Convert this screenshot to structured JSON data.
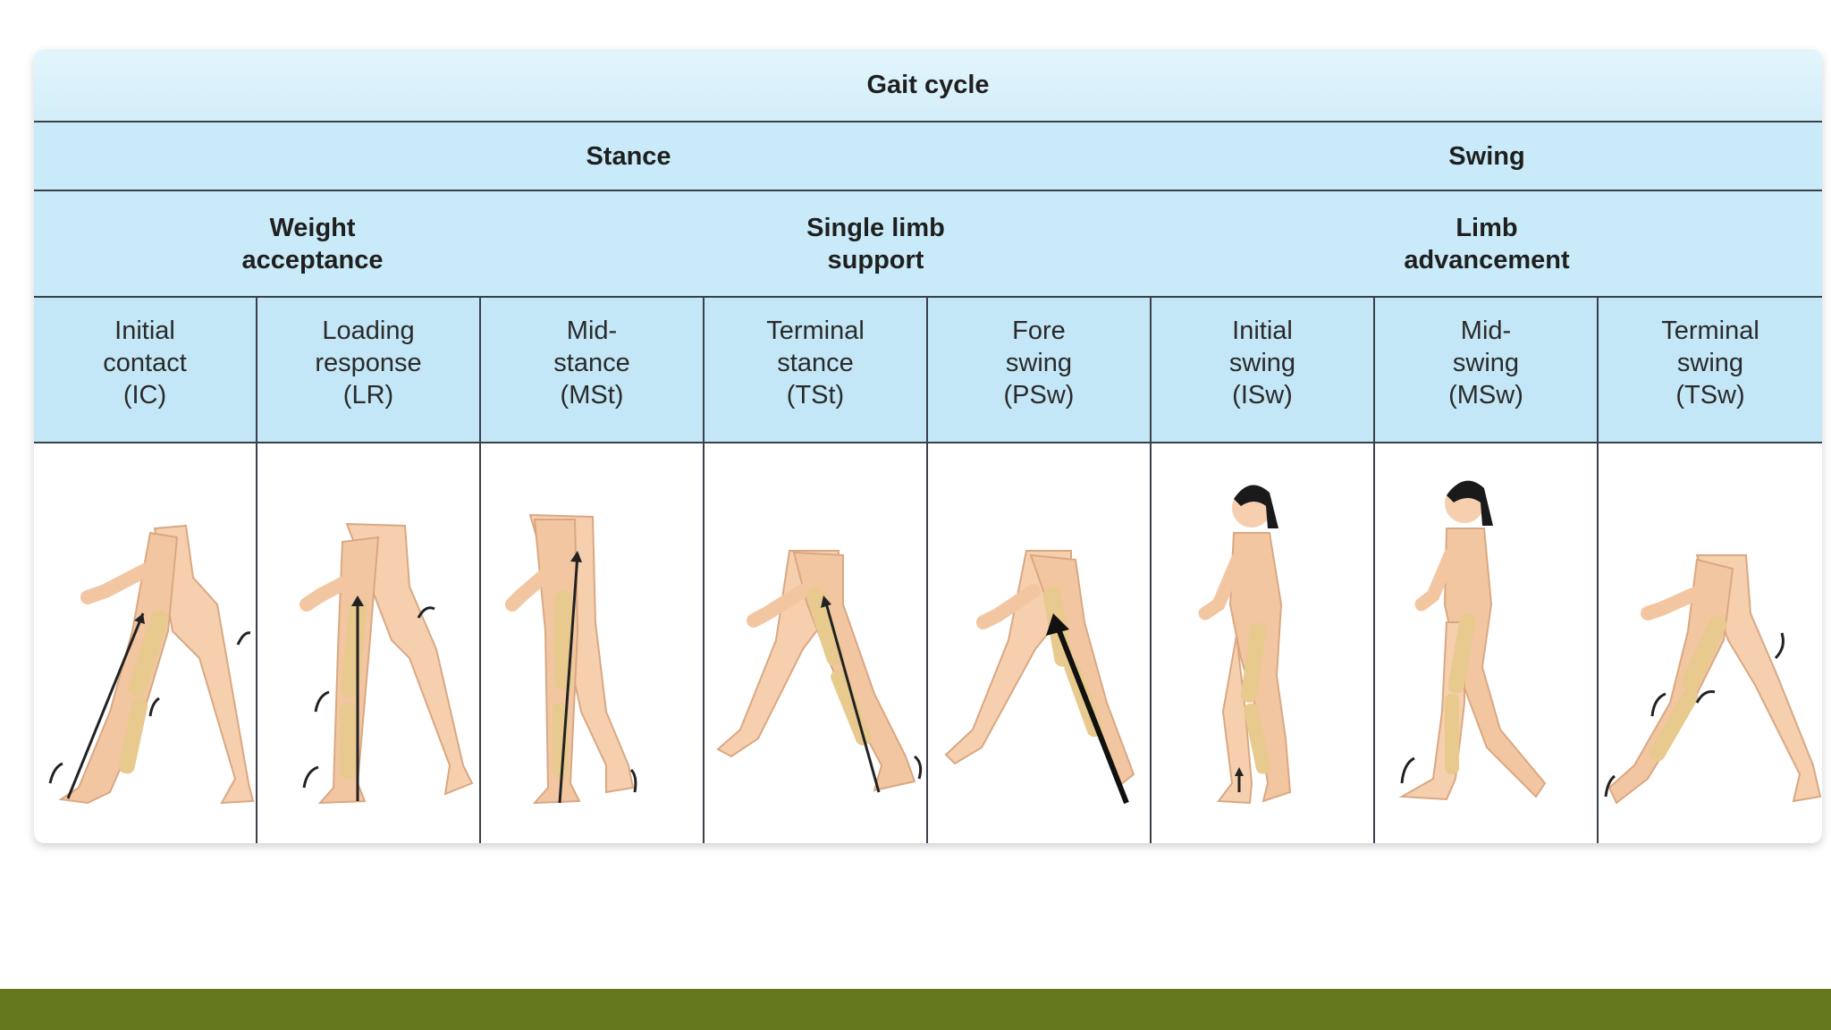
{
  "title": "Gait cycle",
  "phases_top": {
    "stance": "Stance",
    "swing": "Swing"
  },
  "groups": {
    "weight_acceptance": "Weight\nacceptance",
    "single_limb_support": "Single limb\nsupport",
    "limb_advancement": "Limb\nadvancement"
  },
  "phases": [
    {
      "name": "Initial\ncontact\n(IC)"
    },
    {
      "name": "Loading\nresponse\n(LR)"
    },
    {
      "name": "Mid-\nstance\n(MSt)"
    },
    {
      "name": "Terminal\nstance\n(TSt)"
    },
    {
      "name": "Fore\nswing\n(PSw)"
    },
    {
      "name": "Initial\nswing\n(ISw)"
    },
    {
      "name": "Mid-\nswing\n(MSw)"
    },
    {
      "name": "Terminal\nswing\n(TSw)"
    }
  ],
  "colors": {
    "header_blue": "#c9eaf8",
    "title_blue": "#e3f5fc",
    "skin": "#f6cfae",
    "bone": "#e8c98e",
    "footer_green": "#66781c"
  }
}
